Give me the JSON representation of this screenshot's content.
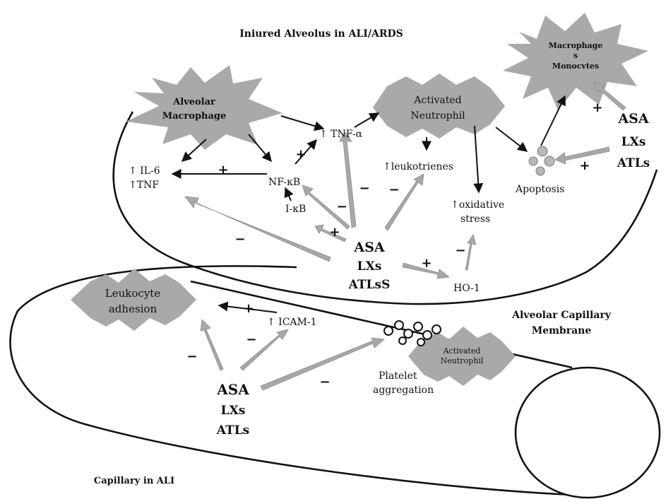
{
  "title_alveolus": "Iniured Alveolus in ALI/ARDS",
  "title_capillary": "Capillary in ALI",
  "membrane_label": [
    "Alveolar Capillary",
    "Membrane"
  ],
  "stars": {
    "alveolar_macrophage": [
      "Alveolar",
      "Macrophage"
    ],
    "activated_neutrophil_top": [
      "Activated",
      "Neutrophil"
    ],
    "macrophages_monocytes": [
      "Macrophage",
      "s",
      "Monocvtes"
    ],
    "leukocyte_adhesion": [
      "Leukocyte",
      "adhesion"
    ],
    "activated_neutrophil_bottom": [
      "Activated",
      "Neutrophil"
    ]
  },
  "mediators": {
    "il6_tnf": [
      "↑ IL-6",
      "↑TNF"
    ],
    "nfkb": "NF-κB",
    "ikb": "I-κB",
    "tnfa": "↑ TNF-α",
    "leukotrienes": "↑leukotrienes",
    "oxidative": [
      "↑oxidative",
      "stress"
    ],
    "ho1": "HO-1",
    "apoptosis": "Apoptosis",
    "icam1": "↑ ICAM-1",
    "platelet": [
      "Platelet",
      "aggregation"
    ]
  },
  "drug_groups": {
    "center": [
      "ASA",
      "LXs",
      "ATLsS"
    ],
    "right": [
      "ASA",
      "LXs",
      "ATLs"
    ],
    "bottom": [
      "ASA",
      "LXs",
      "ATLs"
    ]
  },
  "signs": {
    "plus": "+",
    "minus": "−"
  },
  "colors": {
    "star_fill": "#a9a9a9",
    "grey_arrow": "#a8a8a8",
    "line": "#111111"
  }
}
